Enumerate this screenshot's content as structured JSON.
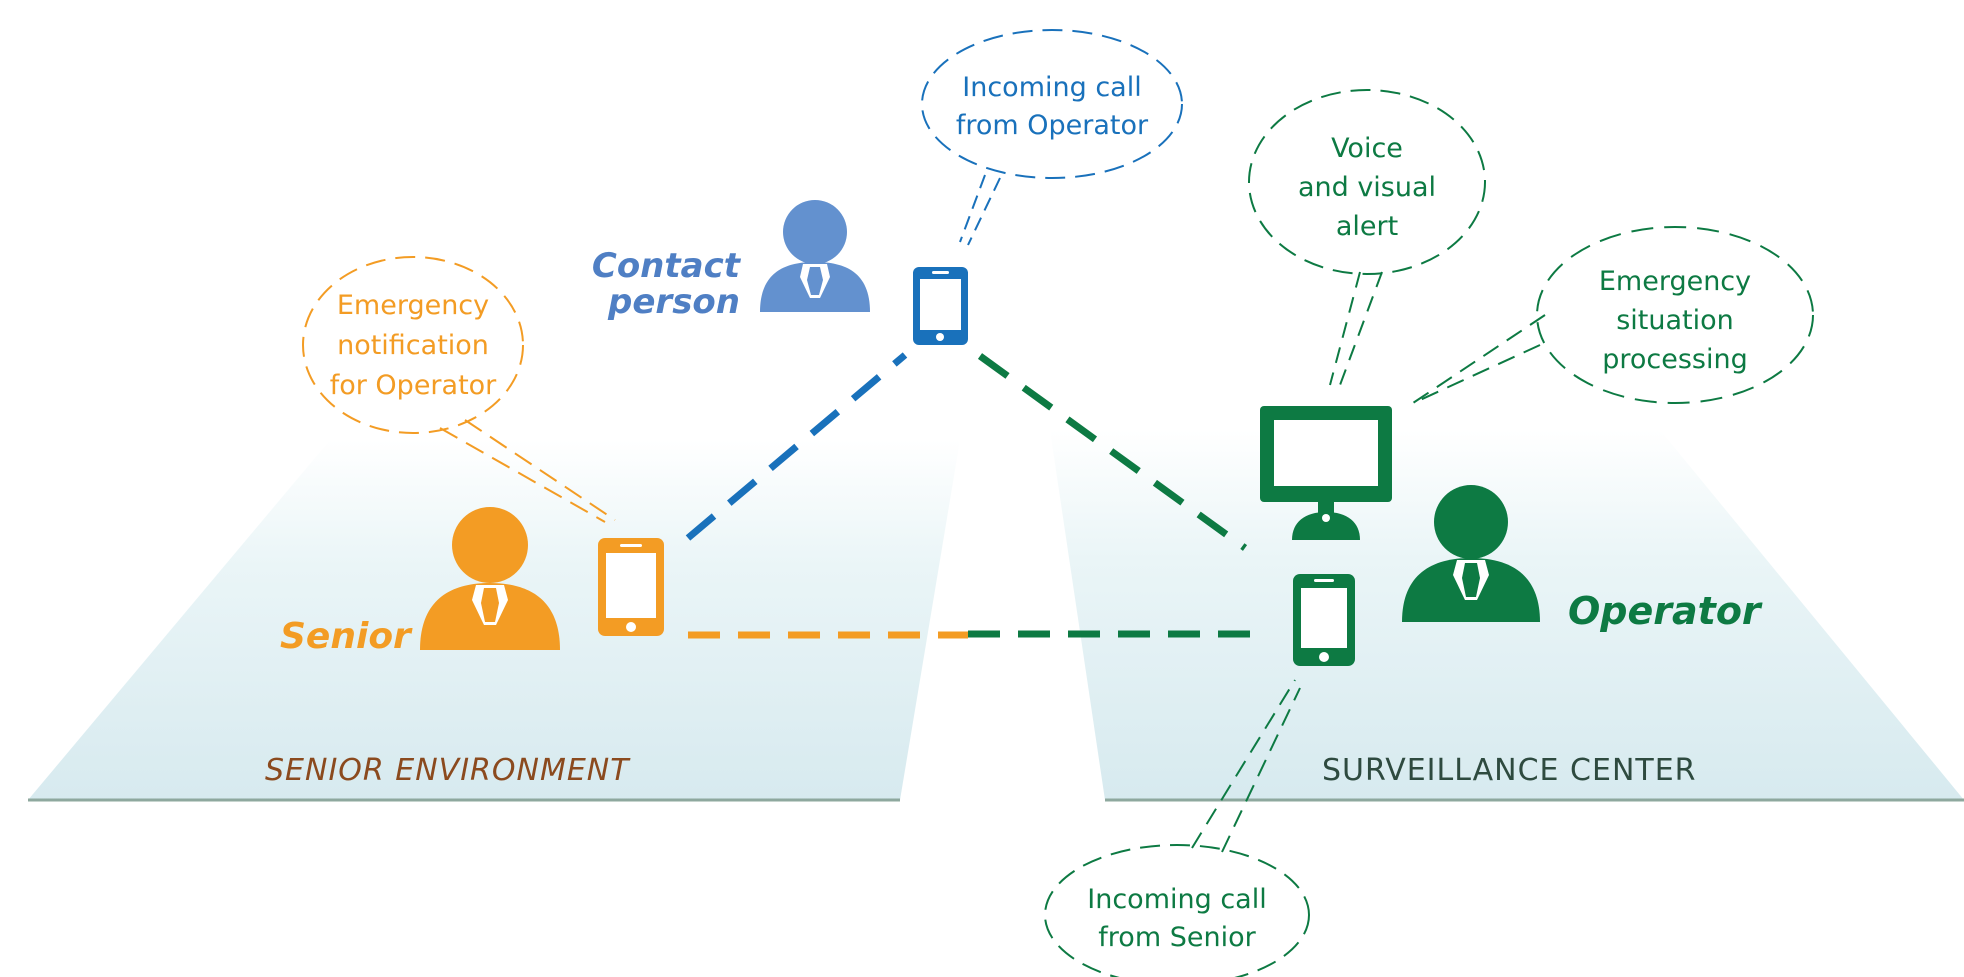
{
  "colors": {
    "senior": "#f39c24",
    "contact": "#6391cf",
    "contact_device": "#1971bb",
    "operator": "#0d7a43",
    "env_senior_text": "#8b4a1e",
    "env_center_text": "#2e4a3f",
    "floor": "#dbecf0",
    "floor_edge": "#8ea89e"
  },
  "labels": {
    "senior": "Senior",
    "contact": [
      "Contact",
      "person"
    ],
    "operator": "Operator"
  },
  "environments": {
    "senior": "SENIOR ENVIRONMENT",
    "center": "SURVEILLANCE CENTER"
  },
  "bubbles": {
    "senior_notification": [
      "Emergency",
      "notification",
      "for Operator"
    ],
    "incoming_from_operator": [
      "Incoming call",
      "from Operator"
    ],
    "voice_visual_alert": [
      "Voice",
      "and visual",
      "alert"
    ],
    "emergency_processing": [
      "Emergency",
      "situation",
      "processing"
    ],
    "incoming_from_senior": [
      "Incoming call",
      "from Senior"
    ]
  },
  "icons": {
    "senior_person": "person-icon",
    "contact_person": "person-icon",
    "operator_person": "person-icon",
    "senior_phone": "smartphone-icon",
    "contact_phone": "smartphone-icon",
    "operator_phone": "smartphone-icon",
    "operator_monitor": "monitor-icon"
  }
}
